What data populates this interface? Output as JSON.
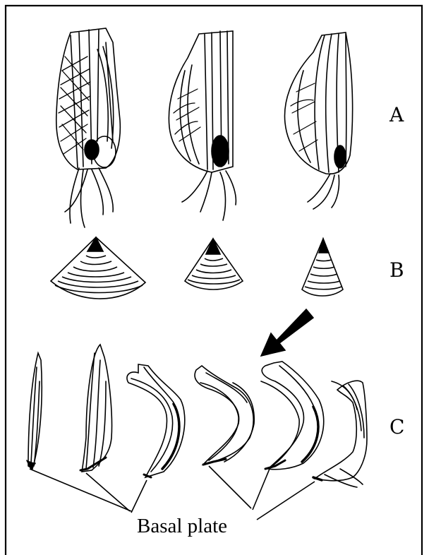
{
  "labels": {
    "row_a": "A",
    "row_b": "B",
    "row_c": "C",
    "basal_plate": "Basal plate"
  }
}
